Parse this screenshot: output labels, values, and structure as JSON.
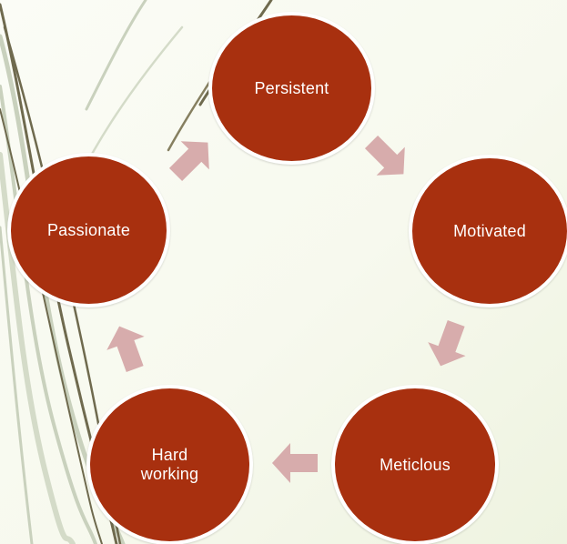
{
  "diagram": {
    "type": "cycle",
    "nodes": [
      {
        "id": "persistent",
        "label": "Persistent"
      },
      {
        "id": "motivated",
        "label": "Motivated"
      },
      {
        "id": "meticlous",
        "label": "Meticlous"
      },
      {
        "id": "hard-working",
        "label": "Hard\nworking"
      },
      {
        "id": "passionate",
        "label": "Passionate"
      }
    ],
    "edges": [
      {
        "from": "persistent",
        "to": "motivated"
      },
      {
        "from": "motivated",
        "to": "meticlous"
      },
      {
        "from": "meticlous",
        "to": "hard-working"
      },
      {
        "from": "hard-working",
        "to": "passionate"
      },
      {
        "from": "passionate",
        "to": "persistent"
      }
    ]
  },
  "colors": {
    "node_fill": "#a8300f",
    "node_border": "#ffffff",
    "node_text": "#ffffff",
    "arrow_fill": "#d7acac",
    "background_light": "#fbfcf5",
    "background_tint": "#eef3e1",
    "vine_dark": "#6f6a4e",
    "vine_light": "#c9d1bd"
  },
  "icons": {
    "arrow": "block-arrow-icon",
    "decoration": "vine-lines-decoration"
  }
}
